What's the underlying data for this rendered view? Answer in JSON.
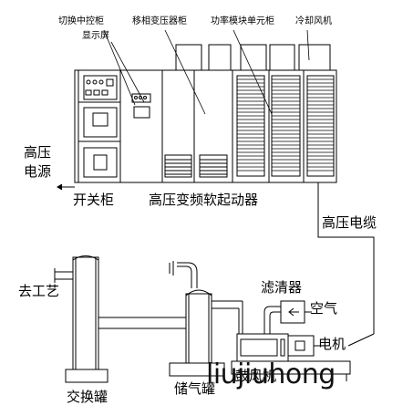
{
  "labels": {
    "switch_control_cabinet": "切换中控柜",
    "display_screen": "显示屏",
    "phase_shift_transformer_cabinet": "移相变压器柜",
    "power_module_unit_cabinet": "功率模块单元柜",
    "cooling_fan": "冷却风机",
    "hv_power_source_line1": "高压",
    "hv_power_source_line2": "电源",
    "switch_cabinet": "开关柜",
    "hv_vfd_soft_starter": "高压变频软起动器",
    "hv_cable": "高压电缆",
    "to_process": "去工艺",
    "filter": "滤清器",
    "air": "空气",
    "motor": "电机",
    "exchange_tank": "交换罐",
    "gas_storage_tank": "储气罐",
    "blower": "鼓风机"
  },
  "watermark": "liujiuhong"
}
